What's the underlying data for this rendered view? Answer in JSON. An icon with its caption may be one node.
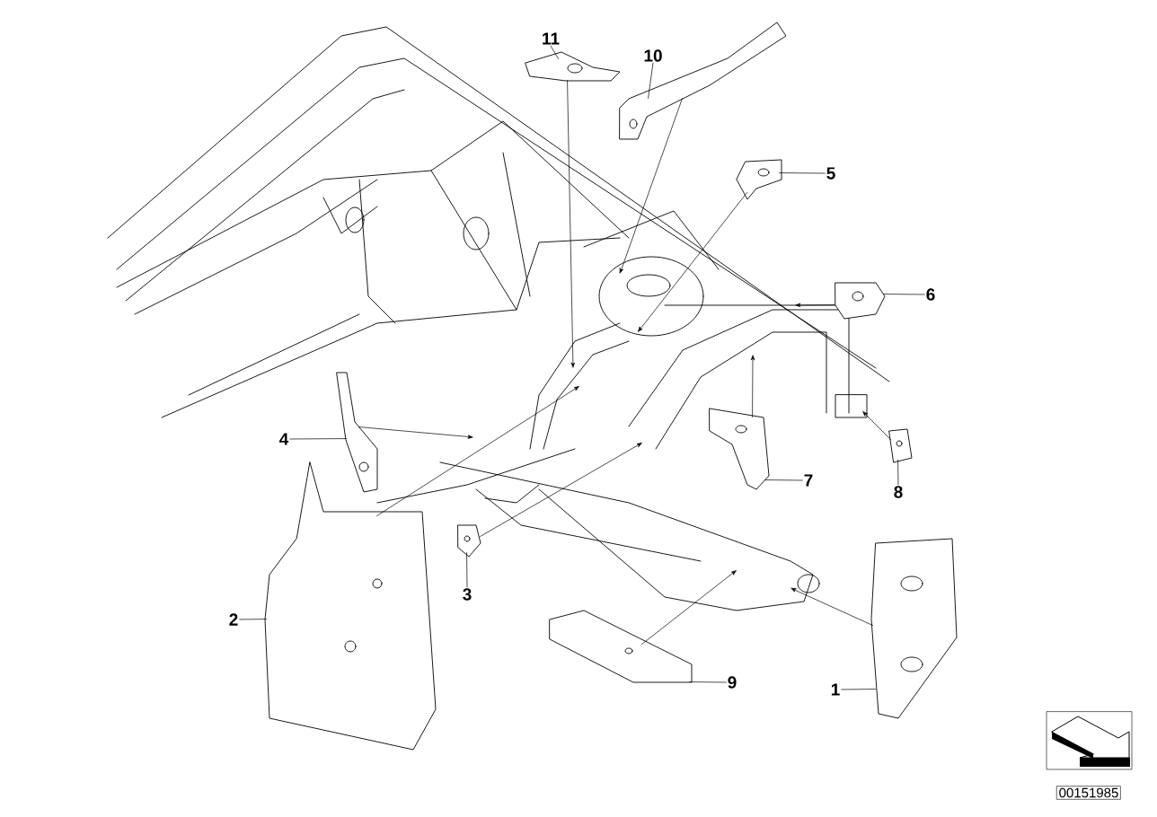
{
  "diagram": {
    "nodes": [
      {
        "text": [
          "1"
        ]
      },
      {
        "text": [
          "2"
        ]
      },
      {
        "text": [
          "3"
        ]
      },
      {
        "text": [
          "4"
        ]
      },
      {
        "text": [
          "5"
        ]
      },
      {
        "text": [
          "6"
        ]
      },
      {
        "text": [
          "7"
        ]
      },
      {
        "text": [
          "8"
        ]
      },
      {
        "text": [
          "9"
        ]
      },
      {
        "text": [
          "10"
        ]
      },
      {
        "text": [
          "11"
        ]
      },
      {
        "text": [],
        "shape": "picture"
      },
      {
        "text": [],
        "shape": "picture"
      },
      {
        "text": [],
        "shape": "picture"
      },
      {
        "text": [],
        "shape": "picture"
      },
      {
        "text": [],
        "shape": "picture"
      },
      {
        "text": [],
        "shape": "picture"
      },
      {
        "text": [],
        "shape": "picture"
      },
      {
        "text": [],
        "shape": "picture"
      },
      {
        "text": [],
        "shape": "picture"
      },
      {
        "text": [],
        "shape": "picture"
      },
      {
        "text": [],
        "shape": "picture"
      }
    ],
    "edges": [
      {
        "from": 0,
        "to": 11,
        "arrow": "none"
      },
      {
        "from": 1,
        "to": 12,
        "arrow": "none"
      },
      {
        "from": 2,
        "to": 13,
        "arrow": "none"
      },
      {
        "from": 3,
        "to": 14,
        "arrow": "none"
      },
      {
        "from": 4,
        "to": 15,
        "arrow": "none"
      },
      {
        "from": 5,
        "to": 16,
        "arrow": "none"
      },
      {
        "from": 6,
        "to": 17,
        "arrow": "none"
      },
      {
        "from": 7,
        "to": 18,
        "arrow": "none"
      },
      {
        "from": 8,
        "to": 19,
        "arrow": "none"
      },
      {
        "from": 9,
        "to": 20,
        "arrow": "none"
      },
      {
        "from": 10,
        "to": 21,
        "arrow": "none"
      },
      {
        "from": 11,
        "to": null,
        "arrow": "to"
      },
      {
        "from": 12,
        "to": null,
        "arrow": "to"
      },
      {
        "from": 13,
        "to": null,
        "arrow": "to"
      },
      {
        "from": 14,
        "to": null,
        "arrow": "to"
      },
      {
        "from": 15,
        "to": null,
        "arrow": "to"
      },
      {
        "from": 16,
        "to": null,
        "arrow": "to"
      },
      {
        "from": 17,
        "to": null,
        "arrow": "to"
      },
      {
        "from": 18,
        "to": null,
        "arrow": "to"
      },
      {
        "from": 19,
        "to": null,
        "arrow": "to"
      },
      {
        "from": 20,
        "to": null,
        "arrow": "to"
      },
      {
        "from": 21,
        "to": null,
        "arrow": "to"
      }
    ],
    "labels": [
      "00151985"
    ]
  }
}
